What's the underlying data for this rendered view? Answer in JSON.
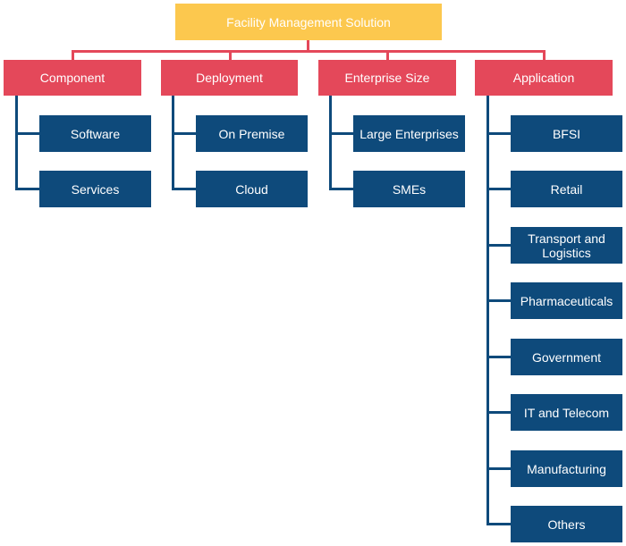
{
  "root": {
    "label": "Facility Management Solution"
  },
  "categories": [
    {
      "label": "Component",
      "items": [
        "Software",
        "Services"
      ]
    },
    {
      "label": "Deployment",
      "items": [
        "On Premise",
        "Cloud"
      ]
    },
    {
      "label": "Enterprise Size",
      "items": [
        "Large Enterprises",
        "SMEs"
      ]
    },
    {
      "label": "Application",
      "items": [
        "BFSI",
        "Retail",
        "Transport and Logistics",
        "Pharmaceuticals",
        "Government",
        "IT and Telecom",
        "Manufacturing",
        "Others"
      ]
    }
  ],
  "colors": {
    "root": "#fcc84e",
    "category": "#e4485a",
    "item": "#0e4a7b",
    "connector_top": "#e4485a",
    "connector_sub": "#0e4a7b"
  }
}
